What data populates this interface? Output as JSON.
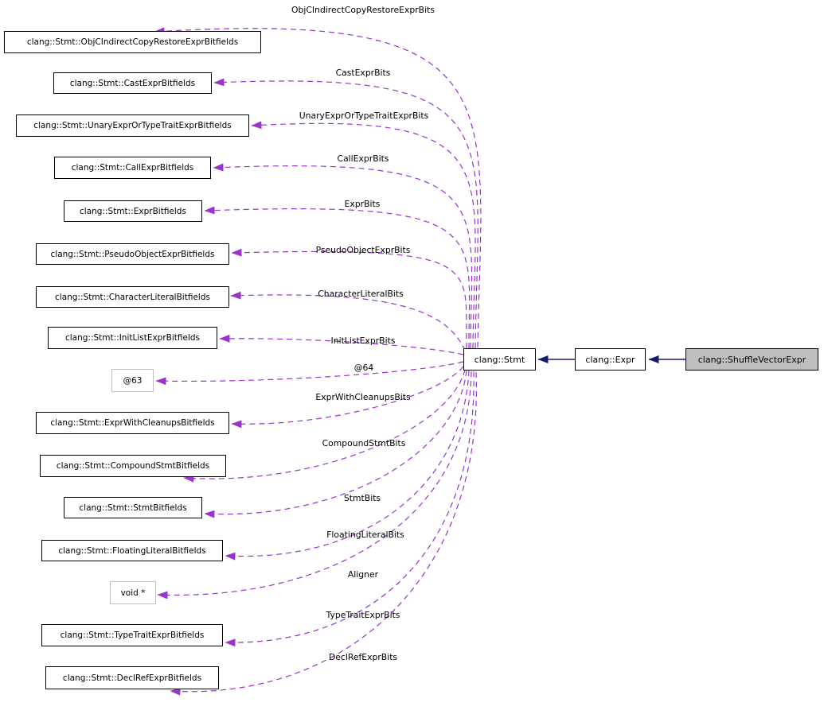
{
  "diagram": {
    "kind": "collaboration-graph",
    "highlighted_node": "clang::ShuffleVectorExpr",
    "colors": {
      "usage_edge": "#9a32cd",
      "inheritance_edge": "#191970",
      "node_border": "#000000",
      "anonymous_node_border": "#bfbfbf",
      "node_fill": "#ffffff",
      "highlight_fill": "#bfbfbf",
      "background": "#ffffff",
      "text": "#000000"
    },
    "nodes": [
      {
        "id": "objc",
        "label": "clang::Stmt::ObjCIndirectCopyRestoreExprBitfields",
        "kind": "class"
      },
      {
        "id": "cast",
        "label": "clang::Stmt::CastExprBitfields",
        "kind": "class"
      },
      {
        "id": "unary",
        "label": "clang::Stmt::UnaryExprOrTypeTraitExprBitfields",
        "kind": "class"
      },
      {
        "id": "call",
        "label": "clang::Stmt::CallExprBitfields",
        "kind": "class"
      },
      {
        "id": "exprbits",
        "label": "clang::Stmt::ExprBitfields",
        "kind": "class"
      },
      {
        "id": "pseudo",
        "label": "clang::Stmt::PseudoObjectExprBitfields",
        "kind": "class"
      },
      {
        "id": "charlit",
        "label": "clang::Stmt::CharacterLiteralBitfields",
        "kind": "class"
      },
      {
        "id": "initlist",
        "label": "clang::Stmt::InitListExprBitfields",
        "kind": "class"
      },
      {
        "id": "anon63",
        "label": "@63",
        "kind": "anonymous"
      },
      {
        "id": "exprwc",
        "label": "clang::Stmt::ExprWithCleanupsBitfields",
        "kind": "class"
      },
      {
        "id": "compound",
        "label": "clang::Stmt::CompoundStmtBitfields",
        "kind": "class"
      },
      {
        "id": "stmtbits",
        "label": "clang::Stmt::StmtBitfields",
        "kind": "class"
      },
      {
        "id": "floatlit",
        "label": "clang::Stmt::FloatingLiteralBitfields",
        "kind": "class"
      },
      {
        "id": "voidptr",
        "label": "void *",
        "kind": "anonymous"
      },
      {
        "id": "typetrait",
        "label": "clang::Stmt::TypeTraitExprBitfields",
        "kind": "class"
      },
      {
        "id": "declref",
        "label": "clang::Stmt::DeclRefExprBitfields",
        "kind": "class"
      },
      {
        "id": "stmt",
        "label": "clang::Stmt",
        "kind": "primary"
      },
      {
        "id": "expr",
        "label": "clang::Expr",
        "kind": "primary"
      },
      {
        "id": "shuffle",
        "label": "clang::ShuffleVectorExpr",
        "kind": "primary-highlight"
      }
    ],
    "edges": [
      {
        "id": "e_objc",
        "from": "stmt",
        "to": "objc",
        "label": "ObjCIndirectCopyRestoreExprBits",
        "style": "dashed"
      },
      {
        "id": "e_cast",
        "from": "stmt",
        "to": "cast",
        "label": "CastExprBits",
        "style": "dashed"
      },
      {
        "id": "e_unary",
        "from": "stmt",
        "to": "unary",
        "label": "UnaryExprOrTypeTraitExprBits",
        "style": "dashed"
      },
      {
        "id": "e_call",
        "from": "stmt",
        "to": "call",
        "label": "CallExprBits",
        "style": "dashed"
      },
      {
        "id": "e_exprbits",
        "from": "stmt",
        "to": "exprbits",
        "label": "ExprBits",
        "style": "dashed"
      },
      {
        "id": "e_pseudo",
        "from": "stmt",
        "to": "pseudo",
        "label": "PseudoObjectExprBits",
        "style": "dashed"
      },
      {
        "id": "e_charlit",
        "from": "stmt",
        "to": "charlit",
        "label": "CharacterLiteralBits",
        "style": "dashed"
      },
      {
        "id": "e_initlist",
        "from": "stmt",
        "to": "initlist",
        "label": "InitListExprBits",
        "style": "dashed"
      },
      {
        "id": "e_anon64",
        "from": "stmt",
        "to": "anon63",
        "label": "@64",
        "style": "dashed"
      },
      {
        "id": "e_exprwc",
        "from": "stmt",
        "to": "exprwc",
        "label": "ExprWithCleanupsBits",
        "style": "dashed"
      },
      {
        "id": "e_compound",
        "from": "stmt",
        "to": "compound",
        "label": "CompoundStmtBits",
        "style": "dashed"
      },
      {
        "id": "e_stmtbits",
        "from": "stmt",
        "to": "stmtbits",
        "label": "StmtBits",
        "style": "dashed"
      },
      {
        "id": "e_floatlit",
        "from": "stmt",
        "to": "floatlit",
        "label": "FloatingLiteralBits",
        "style": "dashed"
      },
      {
        "id": "e_aligner",
        "from": "stmt",
        "to": "voidptr",
        "label": "Aligner",
        "style": "dashed"
      },
      {
        "id": "e_typetrait",
        "from": "stmt",
        "to": "typetrait",
        "label": "TypeTraitExprBits",
        "style": "dashed"
      },
      {
        "id": "e_declref",
        "from": "stmt",
        "to": "declref",
        "label": "DeclRefExprBits",
        "style": "dashed"
      },
      {
        "id": "e_inherit1",
        "from": "expr",
        "to": "stmt",
        "label": "",
        "style": "solid"
      },
      {
        "id": "e_inherit2",
        "from": "shuffle",
        "to": "expr",
        "label": "",
        "style": "solid"
      }
    ]
  }
}
